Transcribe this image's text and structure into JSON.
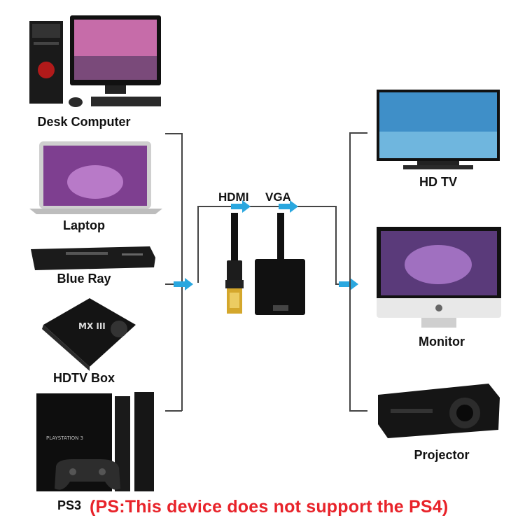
{
  "sources": {
    "desk_computer": "Desk Computer",
    "laptop": "Laptop",
    "blue_ray": "Blue Ray",
    "hdtv_box": "HDTV Box",
    "ps3": "PS3"
  },
  "adapter": {
    "hdmi_label": "HDMI",
    "vga_label": "VGA",
    "box_brand": "MX III"
  },
  "outputs": {
    "hd_tv": "HD TV",
    "monitor": "Monitor",
    "projector": "Projector"
  },
  "console_brand": "PLAYSTATION 3",
  "note": "(PS:This device does not support the PS4)",
  "colors": {
    "arrow": "#2aa7df",
    "note": "#e8232a",
    "line": "#444444"
  }
}
